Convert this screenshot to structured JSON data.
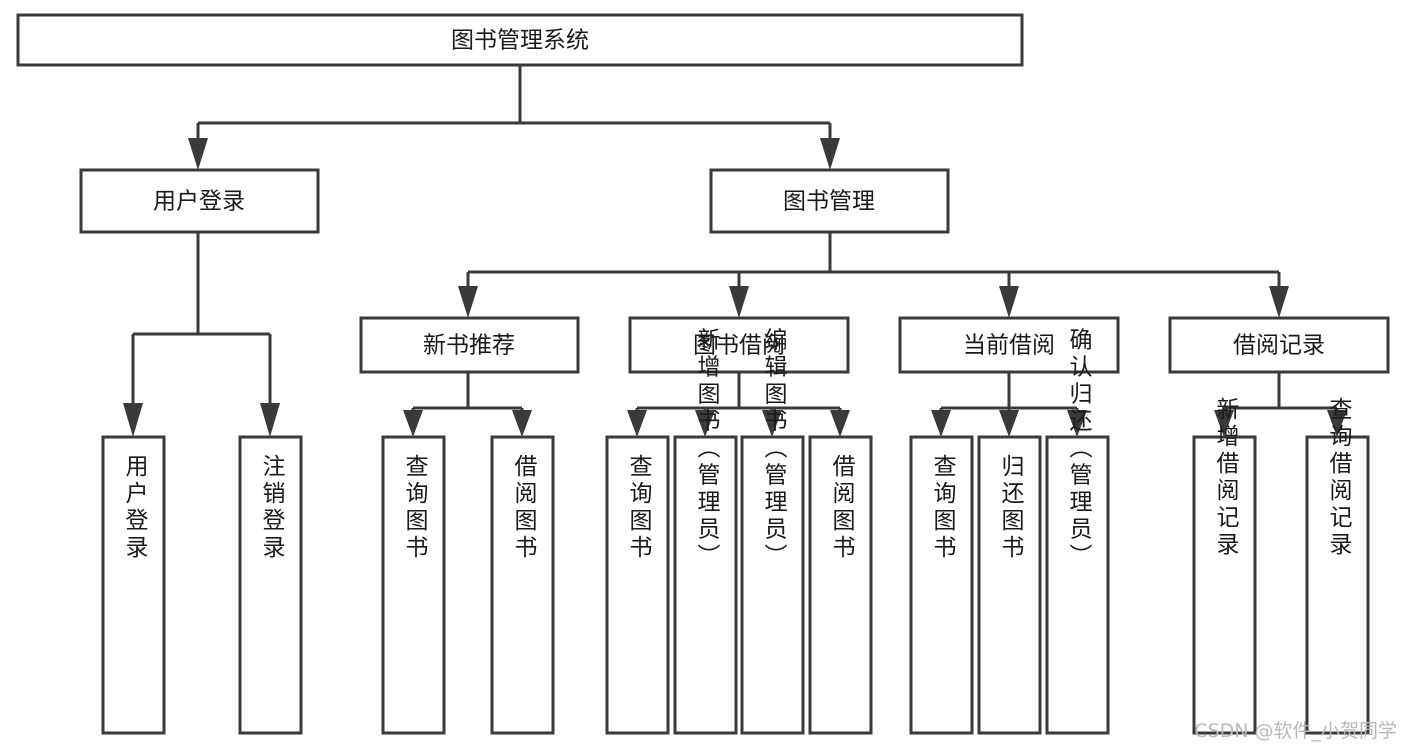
{
  "diagram": {
    "type": "tree-hierarchy",
    "title": "图书管理系统",
    "orientation": "top-down",
    "colors": {
      "box_stroke": "#3a3a3a",
      "box_fill": "#ffffff",
      "connector": "#3a3a3a",
      "text": "#1a1a1a",
      "background": "#ffffff",
      "watermark": "#b9b9b9"
    },
    "levels": {
      "root": {
        "label": "图书管理系统"
      },
      "level2": [
        {
          "label": "用户登录"
        },
        {
          "label": "图书管理"
        }
      ],
      "level3": [
        {
          "label": "新书推荐"
        },
        {
          "label": "图书借阅"
        },
        {
          "label": "当前借阅"
        },
        {
          "label": "借阅记录"
        }
      ],
      "level4": [
        {
          "label": "用户登录"
        },
        {
          "label": "注销登录"
        },
        {
          "label": "查询图书"
        },
        {
          "label": "借阅图书"
        },
        {
          "label": "查询图书"
        },
        {
          "label": "新增图书（管理员）"
        },
        {
          "label": "编辑图书（管理员）"
        },
        {
          "label": "借阅图书"
        },
        {
          "label": "查询图书"
        },
        {
          "label": "归还图书"
        },
        {
          "label": "确认归还（管理员）"
        },
        {
          "label": "新增借阅记录"
        },
        {
          "label": "查询借阅记录"
        }
      ]
    },
    "edges": [
      {
        "from": "图书管理系统",
        "to": "用户登录"
      },
      {
        "from": "图书管理系统",
        "to": "图书管理"
      },
      {
        "from": "用户登录",
        "to": "用户登录"
      },
      {
        "from": "用户登录",
        "to": "注销登录"
      },
      {
        "from": "图书管理",
        "to": "新书推荐"
      },
      {
        "from": "图书管理",
        "to": "图书借阅"
      },
      {
        "from": "图书管理",
        "to": "当前借阅"
      },
      {
        "from": "图书管理",
        "to": "借阅记录"
      },
      {
        "from": "新书推荐",
        "to": "查询图书"
      },
      {
        "from": "新书推荐",
        "to": "借阅图书"
      },
      {
        "from": "图书借阅",
        "to": "查询图书"
      },
      {
        "from": "图书借阅",
        "to": "新增图书（管理员）"
      },
      {
        "from": "图书借阅",
        "to": "编辑图书（管理员）"
      },
      {
        "from": "图书借阅",
        "to": "借阅图书"
      },
      {
        "from": "当前借阅",
        "to": "查询图书"
      },
      {
        "from": "当前借阅",
        "to": "归还图书"
      },
      {
        "from": "当前借阅",
        "to": "确认归还（管理员）"
      },
      {
        "from": "借阅记录",
        "to": "新增借阅记录"
      },
      {
        "from": "借阅记录",
        "to": "查询借阅记录"
      }
    ]
  },
  "watermark": {
    "text": "CSDN @软件_小贺同学"
  }
}
